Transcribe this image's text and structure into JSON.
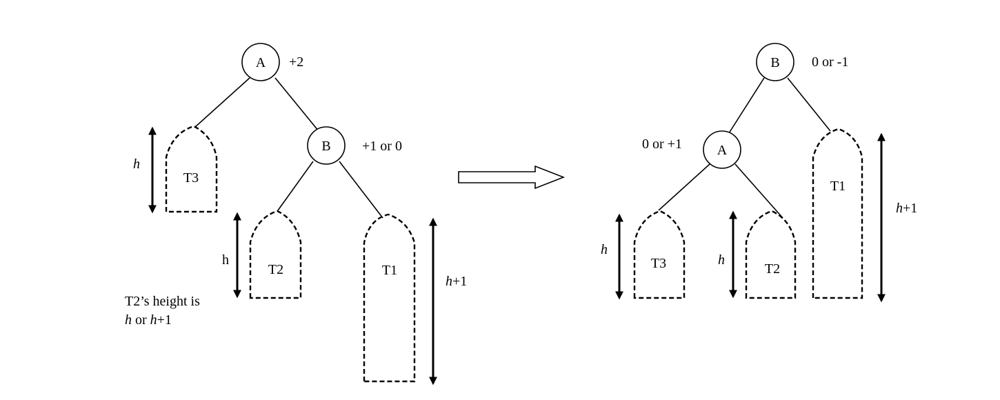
{
  "before": {
    "node_a": {
      "label": "A",
      "balance": "+2"
    },
    "node_b": {
      "label": "B",
      "balance": "+1 or 0"
    },
    "subtrees": {
      "t3": "T3",
      "t2": "T2",
      "t1": "T1"
    },
    "heights": {
      "t3": {
        "var": "h",
        "suffix": ""
      },
      "t2": {
        "var": "h",
        "suffix": ""
      },
      "t1": {
        "var": "h",
        "suffix": "+1"
      }
    },
    "note": {
      "line1": "T2’s height is",
      "line2_var1": "h",
      "line2_mid": " or ",
      "line2_var2": "h",
      "line2_suffix": "+1"
    }
  },
  "after": {
    "node_b": {
      "label": "B",
      "balance": "0 or -1"
    },
    "node_a": {
      "label": "A",
      "balance": "0 or +1"
    },
    "subtrees": {
      "t3": "T3",
      "t2": "T2",
      "t1": "T1"
    },
    "heights": {
      "t3": {
        "var": "h",
        "suffix": ""
      },
      "t2": {
        "var": "h",
        "suffix": ""
      },
      "t1": {
        "var": "h",
        "suffix": "+1"
      }
    }
  }
}
